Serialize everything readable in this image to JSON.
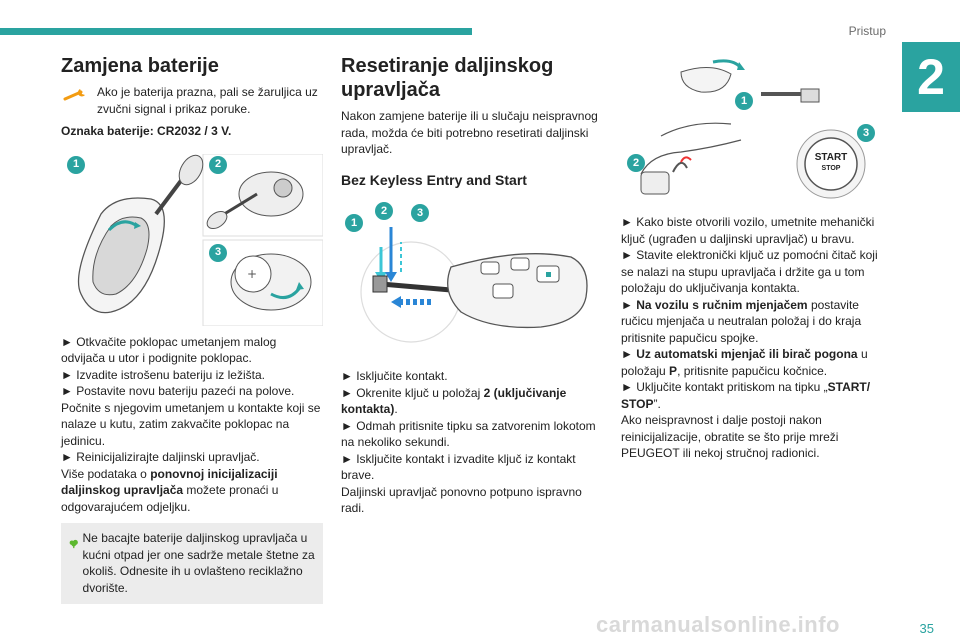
{
  "header": {
    "section": "Pristup",
    "chapter": "2"
  },
  "col1": {
    "title": "Zamjena baterije",
    "warning": "Ako je baterija prazna, pali se žaruljica uz zvučni signal i prikaz poruke.",
    "battery_label": "Oznaka baterije: CR2032 / 3 V.",
    "fig_numbers": [
      "1",
      "2",
      "3"
    ],
    "steps": [
      "► Otkvačite poklopac umetanjem malog odvijača u utor i podignite poklopac.",
      "► Izvadite istrošenu bateriju iz ležišta.",
      "► Postavite novu bateriju pazeći na polove.",
      "Počnite s njegovim umetanjem u kontakte koji se nalaze u kutu, zatim zakvačite poklopac na jedinicu.",
      "► Reinicijalizirajte daljinski upravljač."
    ],
    "more_pre": "Više podataka o ",
    "more_bold": "ponovnoj inicijalizaciji daljinskog upravljača",
    "more_post": " možete pronaći u odgovarajućem odjeljku.",
    "eco": "Ne bacajte baterije daljinskog upravljača u kućni otpad jer one sadrže metale štetne za okoliš. Odnesite ih u ovlašteno reciklažno dvorište."
  },
  "col2": {
    "title": "Resetiranje daljinskog upravljača",
    "intro": "Nakon zamjene baterije ili u slučaju neispravnog rada, možda će biti potrebno resetirati daljinski upravljač.",
    "subtitle": "Bez Keyless Entry and Start",
    "fig_numbers": [
      "1",
      "2",
      "3"
    ],
    "step1": "► Isključite kontakt.",
    "step2_pre": "► Okrenite ključ u položaj ",
    "step2_bold": "2 (uključivanje kontakta)",
    "step2_post": ".",
    "step3": "► Odmah pritisnite tipku sa zatvorenim lokotom na nekoliko sekundi.",
    "step4": "► Isključite kontakt i izvadite ključ iz kontakt brave.",
    "outro": "Daljinski upravljač ponovno potpuno ispravno radi."
  },
  "col3": {
    "fig_numbers": [
      "1",
      "2",
      "3"
    ],
    "start_stop_top": "START",
    "start_stop_bottom": "STOP",
    "step1": "► Kako biste otvorili vozilo, umetnite mehanički ključ (ugrađen u daljinski upravljač) u bravu.",
    "step2": "► Stavite elektronički ključ uz pomoćni čitač koji se nalazi na stupu upravljača i držite ga u tom položaju do uključivanja kontakta.",
    "step3_bold": "► Na vozilu s ručnim mjenjačem",
    "step3_rest": " postavite ručicu mjenjača u neutralan položaj i do kraja pritisnite papučicu spojke.",
    "step4_bold": "► Uz automatski mjenjač ili birač pogona",
    "step4_mid": " u položaju ",
    "step4_p": "P",
    "step4_rest": ", pritisnite papučicu kočnice.",
    "step5_pre": "► Uključite kontakt pritiskom na tipku „",
    "step5_bold": "START/ STOP",
    "step5_post": "”.",
    "outro": "Ako neispravnost i dalje postoji nakon reinicijalizacije, obratite se što prije mreži PEUGEOT ili nekoj stručnoj radionici."
  },
  "footer": {
    "page": "35",
    "watermark": "carmanualsonline.info"
  },
  "colors": {
    "accent": "#2aa3a0",
    "warning": "#f39c12",
    "eco_green": "#5cb82e"
  }
}
